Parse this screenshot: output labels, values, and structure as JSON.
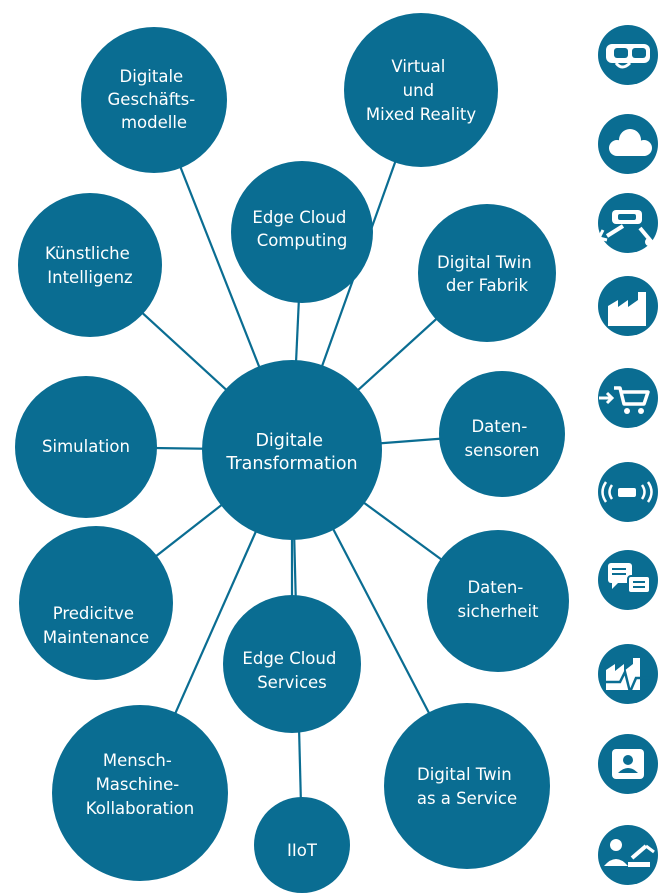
{
  "colors": {
    "node": "#0a6d92",
    "text": "#ffffff",
    "background": "#ffffff"
  },
  "center": {
    "line1": "Digitale",
    "line2": "Transformation"
  },
  "nodes": {
    "geschaeftsmodelle": {
      "line1": "Digitale",
      "line2": "Geschäfts-",
      "line3": "modelle"
    },
    "vr": {
      "line1": "Virtual",
      "line2": "und",
      "line3": "Mixed Reality"
    },
    "edge_computing": {
      "line1": "Edge Cloud",
      "line2": "Computing"
    },
    "ki": {
      "line1": "Künstliche",
      "line2": "Intelligenz"
    },
    "twin_fabrik": {
      "line1": "Digital Twin",
      "line2": "der Fabrik"
    },
    "simulation": {
      "line1": "Simulation"
    },
    "datensensoren": {
      "line1": "Daten-",
      "line2": "sensoren"
    },
    "predictive": {
      "line1": "Predicitve",
      "line2": "Maintenance"
    },
    "datensicherheit": {
      "line1": "Daten-",
      "line2": "sicherheit"
    },
    "edge_services": {
      "line1": "Edge Cloud",
      "line2": "Services"
    },
    "mensch_maschine": {
      "line1": "Mensch-",
      "line2": "Maschine-",
      "line3": "Kollaboration"
    },
    "iiot": {
      "line1": "IIoT"
    },
    "twin_service": {
      "line1": "Digital Twin",
      "line2": "as a Service"
    }
  },
  "icons": [
    "vr-headset-icon",
    "cloud-icon",
    "robot-arm-icon",
    "factory-icon",
    "shopping-cart-icon",
    "sensor-signal-icon",
    "chat-bubbles-icon",
    "factory-monitoring-icon",
    "user-id-icon",
    "human-robot-icon"
  ]
}
